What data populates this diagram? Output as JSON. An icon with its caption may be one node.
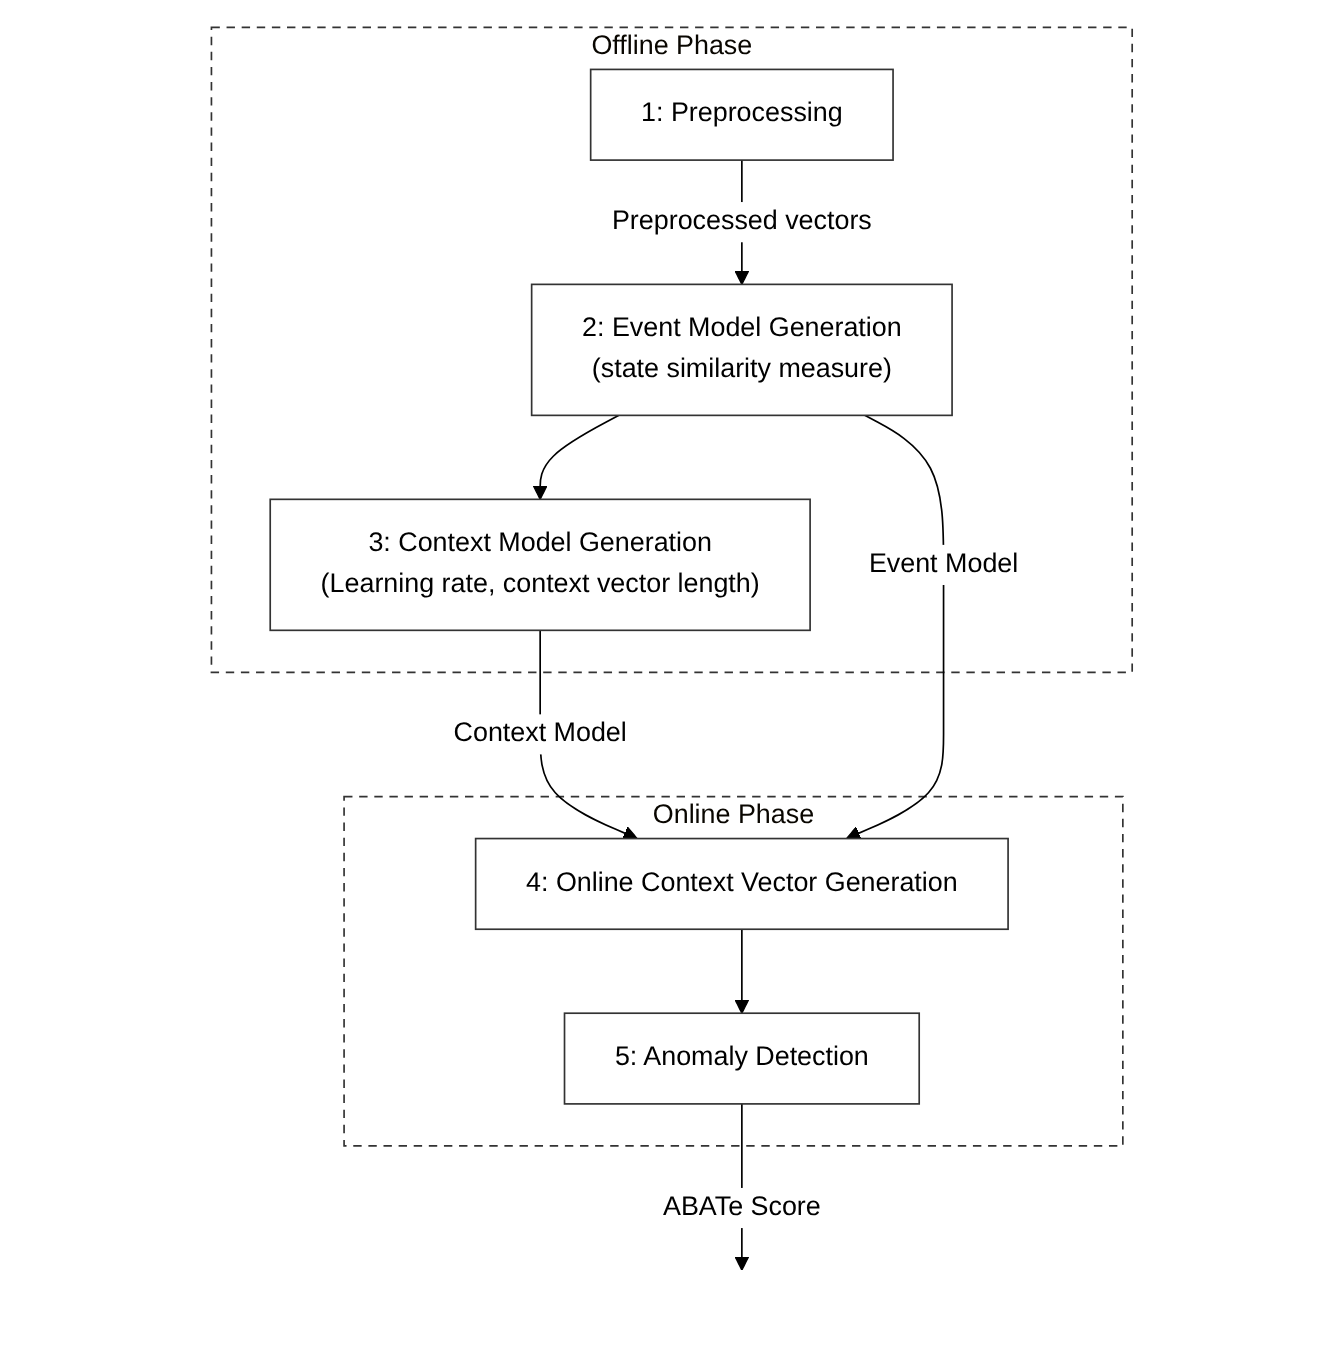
{
  "diagram": {
    "nodes": [
      {
        "text": [
          "Offline Phase"
        ]
      },
      {
        "text": [
          "1: Preprocessing"
        ],
        "in": 0
      },
      {
        "text": [
          "2: Event Model Generation",
          "(state similarity measure)"
        ],
        "in": 0
      },
      {
        "text": [
          "3: Context Model Generation",
          "(Learning rate, context vector length)"
        ],
        "in": 0
      },
      {
        "text": [
          "Online Phase"
        ]
      },
      {
        "text": [
          "4: Online Context Vector Generation"
        ],
        "in": 4
      },
      {
        "text": [
          "5: Anomaly Detection"
        ],
        "in": 4
      }
    ],
    "edges": [
      {
        "from": 1,
        "to": 2,
        "arrow": "to",
        "label": "Preprocessed vectors"
      },
      {
        "from": 2,
        "to": 3,
        "arrow": "to"
      },
      {
        "from": 3,
        "to": 5,
        "arrow": "to",
        "label": "Context Model"
      },
      {
        "from": 2,
        "to": 5,
        "arrow": "to",
        "label": "Event Model"
      },
      {
        "from": 5,
        "to": 6,
        "arrow": "to"
      },
      {
        "from": 6,
        "to": null,
        "arrow": "to",
        "label": "ABATe Score"
      }
    ]
  }
}
